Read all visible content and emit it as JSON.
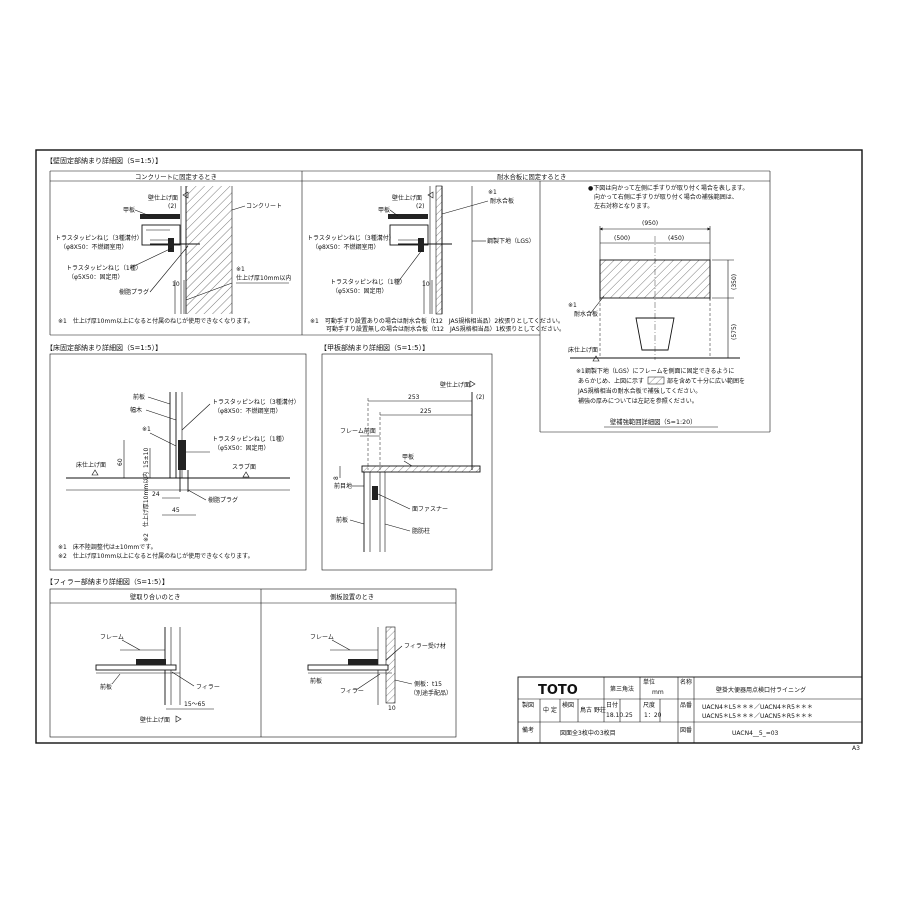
{
  "sections": {
    "wall_fix": "【壁固定部納まり詳細図（S=1:5）】",
    "floor_fix": "【床固定部納まり詳細図（S=1:5）】",
    "counter": "【甲板部納まり詳細図（S=1:5）】",
    "filler": "【フィラー部納まり詳細図（S=1:5）】"
  },
  "wall_fix": {
    "sub_concrete": "コンクリートに固定するとき",
    "sub_plywood": "耐水合板に固定するとき",
    "wall_face": "壁仕上げ面",
    "dim_2": "(2)",
    "countertop": "甲板",
    "concrete": "コンクリート",
    "screw_a1": "トラスタッピンねじ（3種溝付）",
    "screw_a2": "（φ8X50：不燃鋼室用）",
    "screw_b1": "トラスタッピンねじ（1種）",
    "screw_b2": "（φ5X50：固定用）",
    "plug": "樹脂プラグ",
    "dim_10": "10",
    "mark1": "※1",
    "finish_thk": "仕上げ厚10mm以内",
    "note_concrete": "※1　仕上げ厚10mm以上になると付属のねじが使用できなくなります。",
    "plywood": "耐水合板",
    "lgs": "鋼製下地（LGS）",
    "screw_c1": "トラスタッピンねじ（3種溝付）",
    "screw_c2": "（φ8X50：不燃鋼室用）",
    "screw_d1": "トラスタッピンねじ（1種）",
    "screw_d2": "（φ5X50：固定用）",
    "note_p1": "※1　可動手すり設置ありの場合は耐水合板（t12　JAS規格相当品）2枚張りとしてください。",
    "note_p2": "可動手すり設置無しの場合は耐水合板（t12　JAS規格相当品）1枚張りとしてください。"
  },
  "reinforce": {
    "n1": "●下図は向かって左側に手すりが取り付く場合を表します。",
    "n2": "向かって右側に手すりが取り付く場合の補強範囲は、",
    "n3": "左右対称となります。",
    "d950": "(950)",
    "d500": "(500)",
    "d450": "(450)",
    "d350": "(350)",
    "d575": "(575)",
    "mark1": "※1",
    "plywood": "耐水合板",
    "floor_finish": "床仕上げ面",
    "f1": "※1鋼製下地（LGS）にフレームを側面に固定できるように",
    "f2": "あらかじめ、上図に示す",
    "f3": "部を含めて十分に広い範囲を",
    "f4": "JAS規格相当の耐水合板で補強してください。",
    "f5": "補強の厚みについては左記を参照ください。",
    "title": "壁補強範囲詳細図（S=1:20）"
  },
  "floor_fix": {
    "front": "前板",
    "shim": "幅木",
    "mark1": "※1",
    "screw_a1": "トラスタッピンねじ（3種溝付）",
    "screw_a2": "（φ8X50：不燃鋼室用）",
    "screw_b1": "トラスタッピンねじ（1種）",
    "screw_b2": "（φ5X50：固定用）",
    "floor_face": "床仕上げ面",
    "slab": "スラブ面",
    "d60": "60",
    "d15": "15±10",
    "d24": "24",
    "d45": "45",
    "plug": "樹脂プラグ",
    "note_finish": "※2　仕上げ厚10mm以内",
    "note1": "※1　床不陸調整代は±10mmです。",
    "note2": "※2　仕上げ厚10mm以上になると付属のねじが使用できなくなります。"
  },
  "counter": {
    "wall_face": "壁仕上げ面",
    "d253": "253",
    "d225": "225",
    "d2": "(2)",
    "frame_front": "フレーム前面",
    "countertop": "甲板",
    "d8": "8",
    "fastener": "面ファスナー",
    "shim": "前目地",
    "front": "前板",
    "back_post": "脂肪柱"
  },
  "filler": {
    "sub_wall": "壁取り合いのとき",
    "sub_side": "側板設置のとき",
    "frame": "フレーム",
    "front": "前板",
    "filler": "フィラー",
    "range": "15～65",
    "wall_face": "壁仕上げ面",
    "frame2": "フレーム",
    "filler_fix": "フィラー受け材",
    "front2": "前板",
    "filler2": "フィラー",
    "side1": "側板：t15",
    "side2": "（別途手配品）",
    "d10": "10"
  },
  "titleblock": {
    "logo": "TOTO",
    "projection": "第三角法",
    "unit_label": "単位",
    "unit": "mm",
    "name_label": "名称",
    "name": "壁掛大便器用点検口付ライニング",
    "draw_label": "製図",
    "draw_name": "中 定",
    "check_label": "検図",
    "check_name": "鳥古 野荘",
    "date_label": "日付",
    "date": "18.10.25",
    "scale_label": "尺度",
    "scale": "1：20",
    "model_label": "品番",
    "model1": "UACN4＊L5＊＊＊／UACN4＊R5＊＊＊",
    "model2": "UACN5＊L5＊＊＊／UACN5＊R5＊＊＊",
    "remark_label": "備考",
    "sheets": "図面全3枚中の3枚目",
    "dwg_label": "図番",
    "dwg_no": "UACN4__5_=03",
    "size": "A3"
  }
}
